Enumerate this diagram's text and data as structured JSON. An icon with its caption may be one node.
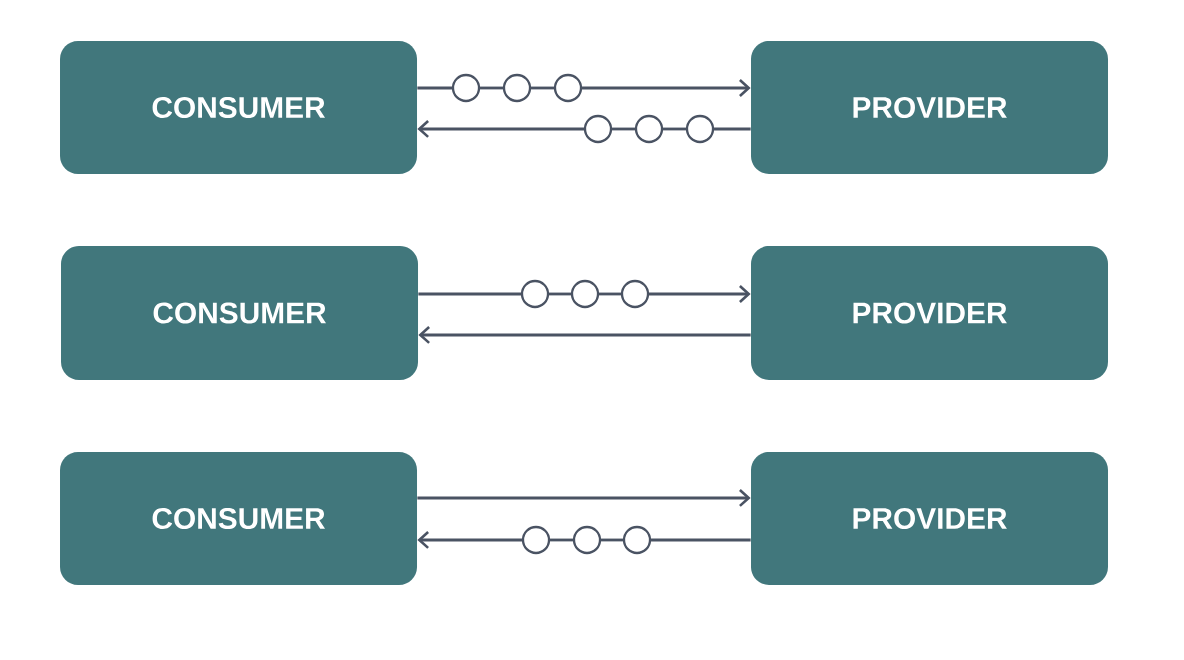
{
  "diagram": {
    "nodes": [
      {
        "text": [
          "CONSUMER"
        ]
      },
      {
        "text": [],
        "shape": "circle"
      },
      {
        "text": [],
        "shape": "circle"
      },
      {
        "text": [],
        "shape": "circle"
      },
      {
        "text": [
          "PROVIDER"
        ]
      },
      {
        "text": [],
        "shape": "circle"
      },
      {
        "text": [],
        "shape": "circle"
      },
      {
        "text": [],
        "shape": "circle"
      },
      {
        "text": [
          "CONSUMER"
        ]
      },
      {
        "text": [],
        "shape": "circle"
      },
      {
        "text": [],
        "shape": "circle"
      },
      {
        "text": [],
        "shape": "circle"
      },
      {
        "text": [
          "PROVIDER"
        ]
      },
      {
        "text": [
          "CONSUMER"
        ]
      },
      {
        "text": [
          "PROVIDER"
        ]
      },
      {
        "text": [],
        "shape": "circle"
      },
      {
        "text": [],
        "shape": "circle"
      },
      {
        "text": [],
        "shape": "circle"
      }
    ],
    "edges": [
      {
        "from": 0,
        "to": 1,
        "arrow": "none"
      },
      {
        "from": 1,
        "to": 2,
        "arrow": "none"
      },
      {
        "from": 2,
        "to": 3,
        "arrow": "none"
      },
      {
        "from": 3,
        "to": 4,
        "arrow": "to"
      },
      {
        "from": 4,
        "to": 7,
        "arrow": "none"
      },
      {
        "from": 7,
        "to": 6,
        "arrow": "none"
      },
      {
        "from": 6,
        "to": 5,
        "arrow": "none"
      },
      {
        "from": 5,
        "to": 0,
        "arrow": "to"
      },
      {
        "from": 8,
        "to": 9,
        "arrow": "none"
      },
      {
        "from": 9,
        "to": 10,
        "arrow": "none"
      },
      {
        "from": 10,
        "to": 11,
        "arrow": "none"
      },
      {
        "from": 11,
        "to": 12,
        "arrow": "to"
      },
      {
        "from": 12,
        "to": 8,
        "arrow": "to"
      },
      {
        "from": 13,
        "to": 14,
        "arrow": "to"
      },
      {
        "from": 14,
        "to": 17,
        "arrow": "none"
      },
      {
        "from": 17,
        "to": 16,
        "arrow": "none"
      },
      {
        "from": 16,
        "to": 15,
        "arrow": "none"
      },
      {
        "from": 15,
        "to": 13,
        "arrow": "to"
      }
    ]
  }
}
